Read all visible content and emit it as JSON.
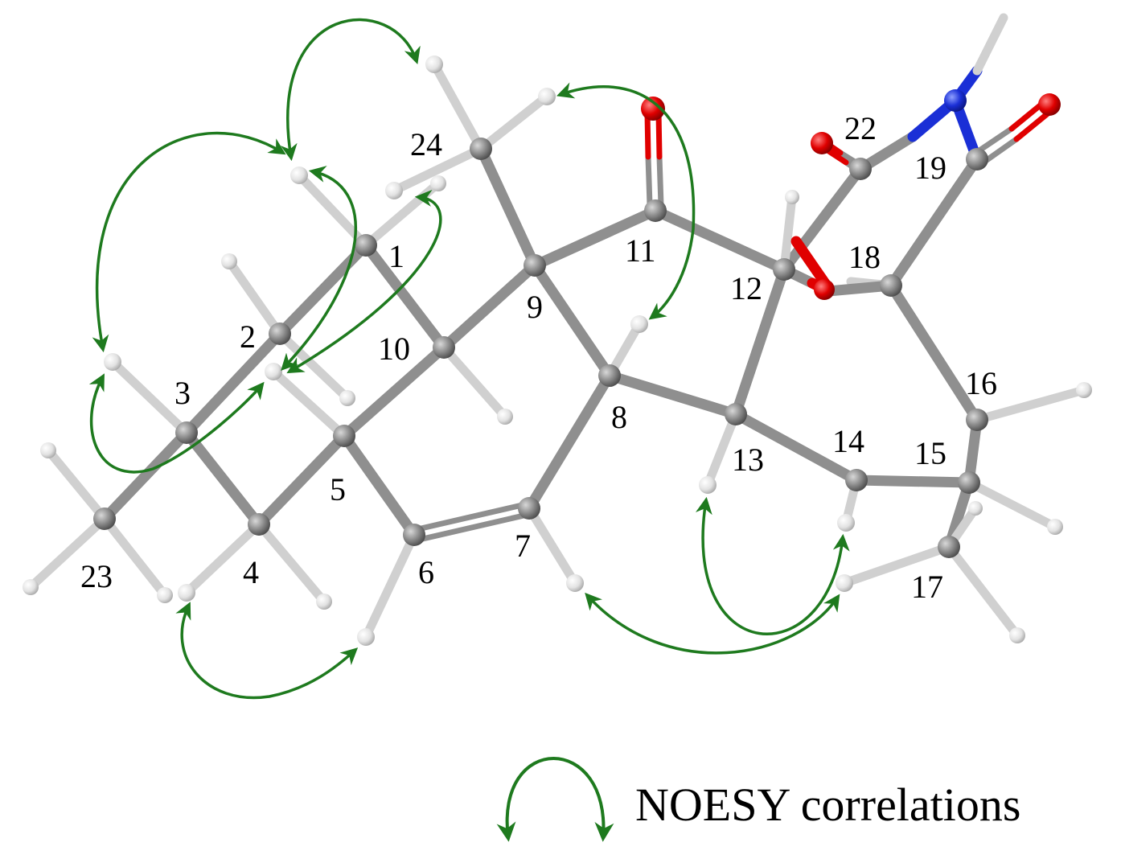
{
  "diagram": {
    "atom_labels": [
      "1",
      "2",
      "3",
      "4",
      "5",
      "6",
      "7",
      "8",
      "9",
      "10",
      "11",
      "12",
      "13",
      "14",
      "15",
      "16",
      "17",
      "18",
      "19",
      "22",
      "23",
      "24"
    ],
    "legend": {
      "label": "NOESY correlations"
    },
    "colors": {
      "carbon": "#8a8a8a",
      "hydrogen": "#e2e2e2",
      "oxygen": "#e00000",
      "nitrogen": "#1a2fd6",
      "noesy_arrow": "#1e7a1e"
    }
  }
}
